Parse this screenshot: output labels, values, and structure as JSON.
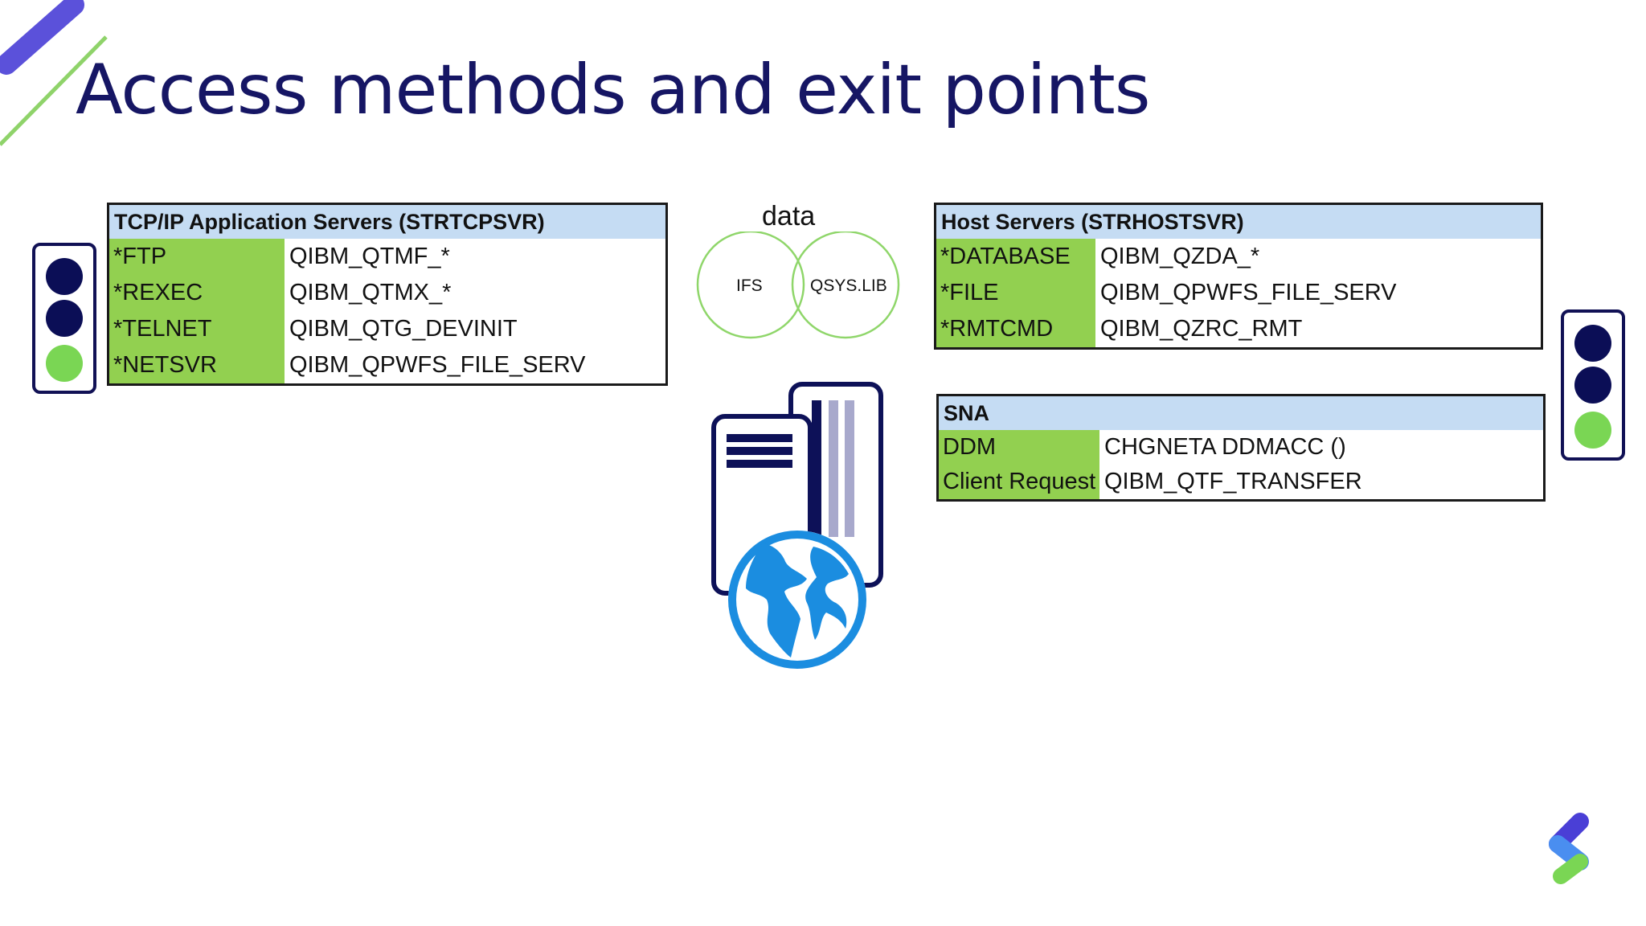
{
  "title": "Access methods and exit points",
  "tcpip": {
    "header": "TCP/IP Application Servers  (STRTCPSVR)",
    "rows": [
      {
        "key": "*FTP",
        "value": "QIBM_QTMF_*"
      },
      {
        "key": "*REXEC",
        "value": "QIBM_QTMX_*"
      },
      {
        "key": "*TELNET",
        "value": "QIBM_QTG_DEVINIT"
      },
      {
        "key": "*NETSVR",
        "value": "QIBM_QPWFS_FILE_SERV"
      }
    ]
  },
  "host": {
    "header": "Host Servers  (STRHOSTSVR)",
    "rows": [
      {
        "key": "*DATABASE",
        "value": "QIBM_QZDA_*"
      },
      {
        "key": "*FILE",
        "value": "QIBM_QPWFS_FILE_SERV"
      },
      {
        "key": "*RMTCMD",
        "value": "QIBM_QZRC_RMT"
      }
    ]
  },
  "sna": {
    "header": "SNA",
    "rows": [
      {
        "key": "DDM",
        "value": "CHGNETA DDMACC ()"
      },
      {
        "key": "Client Request",
        "value": "QIBM_QTF_TRANSFER"
      }
    ]
  },
  "venn": {
    "label": "data",
    "left": "IFS",
    "right": "QSYS.LIB"
  },
  "colors": {
    "title": "#161664",
    "key_cell": "#92d050",
    "header_cell": "#c5dcf3",
    "light_off": "#0b0e56",
    "light_on": "#7ad654",
    "venn_stroke": "#8fd66a"
  },
  "icons": [
    "traffic-light-icon",
    "server-globe-icon",
    "brand-logo-icon",
    "corner-decoration"
  ]
}
